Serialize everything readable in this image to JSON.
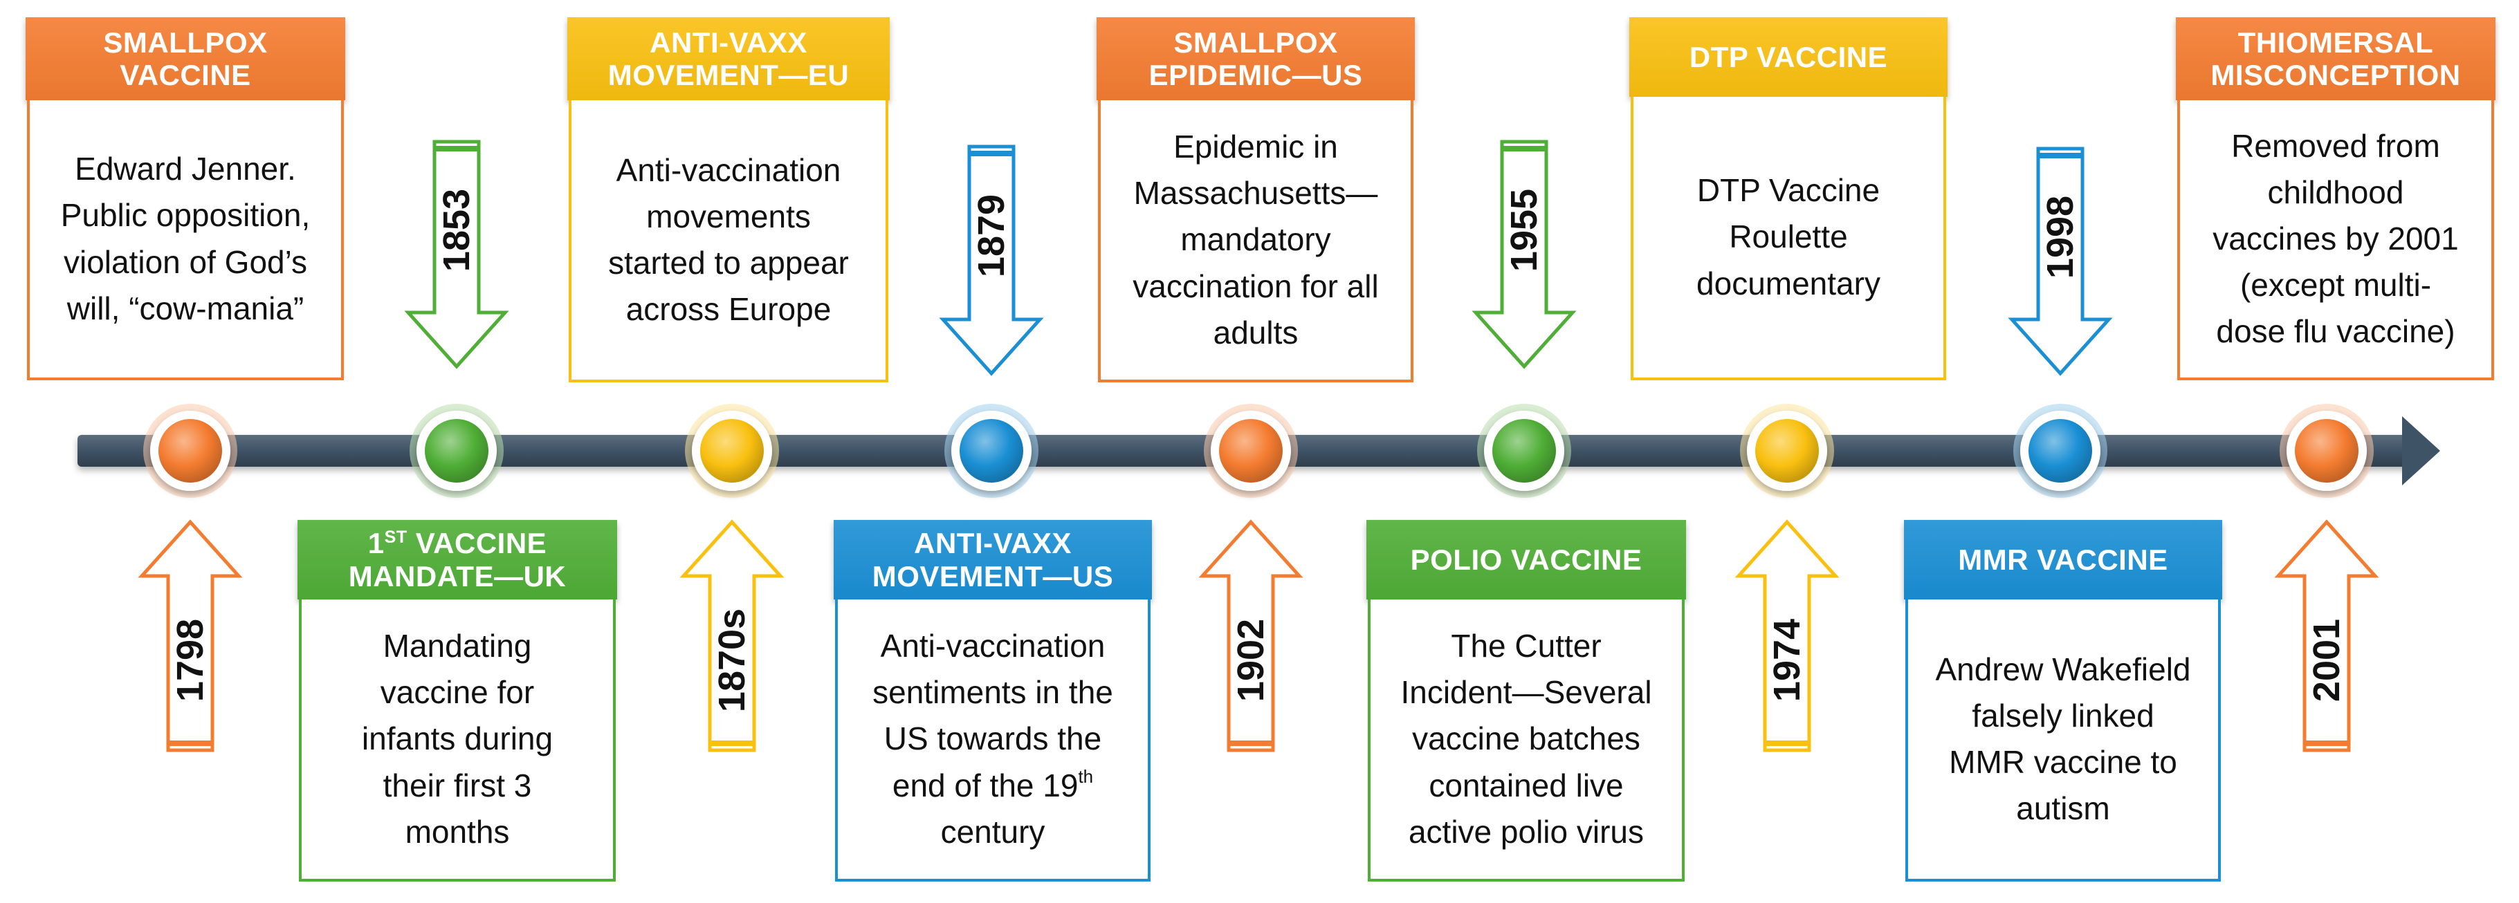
{
  "colors": {
    "orange": "#F47C30",
    "green": "#4FAE36",
    "yellow": "#F9C010",
    "blue": "#1A8FD4",
    "axis": "#3F5366"
  },
  "events": [
    {
      "year": "1798",
      "position": "top",
      "color": "orange",
      "header": [
        {
          "text": "SMALLPOX"
        },
        {
          "text": "VACCINE"
        }
      ],
      "body": [
        {
          "text": "Edward Jenner."
        },
        {
          "text": "Public opposition,"
        },
        {
          "text": "violation of God’s"
        },
        {
          "text": "will, “cow-mania”"
        }
      ]
    },
    {
      "year": "1853",
      "position": "bottom",
      "color": "green",
      "header": [
        {
          "text": "1",
          "sup": "ST",
          "rest": " VACCINE"
        },
        {
          "text": "MANDATE—UK"
        }
      ],
      "body": [
        {
          "text": "Mandating"
        },
        {
          "text": "vaccine for"
        },
        {
          "text": "infants during"
        },
        {
          "text": "their first 3"
        },
        {
          "text": "months"
        }
      ]
    },
    {
      "year": "1870s",
      "position": "top",
      "color": "yellow",
      "header": [
        {
          "text": "ANTI-VAXX"
        },
        {
          "text": "MOVEMENT—EU"
        }
      ],
      "body": [
        {
          "text": "Anti-vaccination"
        },
        {
          "text": "movements"
        },
        {
          "text": "started to appear"
        },
        {
          "text": "across Europe"
        }
      ]
    },
    {
      "year": "1879",
      "position": "bottom",
      "color": "blue",
      "header": [
        {
          "text": "ANTI-VAXX"
        },
        {
          "text": "MOVEMENT—US"
        }
      ],
      "body": [
        {
          "text": "Anti-vaccination"
        },
        {
          "text": "sentiments in the"
        },
        {
          "text": "US towards the"
        },
        {
          "text": "end of the 19",
          "sup": "th",
          "rest": ""
        },
        {
          "text": "century"
        }
      ]
    },
    {
      "year": "1902",
      "position": "top",
      "color": "orange",
      "header": [
        {
          "text": "SMALLPOX"
        },
        {
          "text": "EPIDEMIC—US"
        }
      ],
      "body": [
        {
          "text": "Epidemic in"
        },
        {
          "text": "Massachusetts—"
        },
        {
          "text": "mandatory"
        },
        {
          "text": "vaccination for all"
        },
        {
          "text": "adults"
        }
      ]
    },
    {
      "year": "1955",
      "position": "bottom",
      "color": "green",
      "header": [
        {
          "text": "POLIO VACCINE"
        }
      ],
      "body": [
        {
          "text": "The Cutter"
        },
        {
          "text": "Incident—Several"
        },
        {
          "text": "vaccine batches"
        },
        {
          "text": "contained live"
        },
        {
          "text": "active polio virus"
        }
      ]
    },
    {
      "year": "1974",
      "position": "top",
      "color": "yellow",
      "header": [
        {
          "text": "DTP VACCINE"
        }
      ],
      "body": [
        {
          "text": "DTP Vaccine"
        },
        {
          "text": "Roulette"
        },
        {
          "text": "documentary"
        }
      ]
    },
    {
      "year": "1998",
      "position": "bottom",
      "color": "blue",
      "header": [
        {
          "text": "MMR VACCINE"
        }
      ],
      "body": [
        {
          "text": "Andrew Wakefield"
        },
        {
          "text": "falsely linked"
        },
        {
          "text": "MMR vaccine to"
        },
        {
          "text": "autism"
        }
      ]
    },
    {
      "year": "2001",
      "position": "top",
      "color": "orange",
      "header": [
        {
          "text": "THIOMERSAL"
        },
        {
          "text": "MISCONCEPTION"
        }
      ],
      "body": [
        {
          "text": "Removed from"
        },
        {
          "text": "childhood"
        },
        {
          "text": "vaccines by 2001"
        },
        {
          "text": "(except multi-"
        },
        {
          "text": "dose flu vaccine)"
        }
      ]
    }
  ]
}
